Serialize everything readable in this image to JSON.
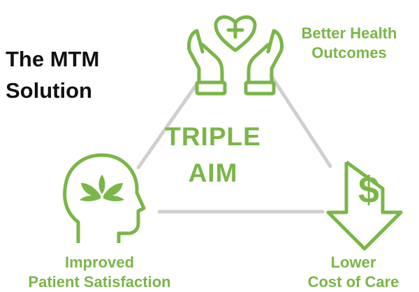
{
  "heading": {
    "line1": "The MTM",
    "line2": "Solution"
  },
  "center": {
    "line1": "TRIPLE",
    "line2": "AIM"
  },
  "nodes": {
    "health": {
      "line1": "Better Health",
      "line2": "Outcomes",
      "icon": "heart-hands-icon"
    },
    "satisfaction": {
      "line1": "Improved",
      "line2": "Patient Satisfaction",
      "icon": "head-lotus-icon"
    },
    "cost": {
      "line1": "Lower",
      "line2": "Cost of Care",
      "icon": "dollar-down-arrow-icon"
    }
  },
  "colors": {
    "accent": "#7ab648",
    "connector": "#cfcfcf",
    "heading": "#111111"
  }
}
